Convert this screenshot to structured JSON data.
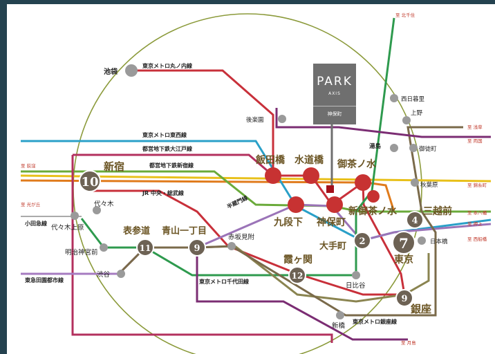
{
  "property": {
    "brand": "PARK",
    "series": "AXIS",
    "location": "神保町"
  },
  "lines": {
    "marunouchi": "東京メトロ丸ノ内線",
    "tozai": "東京メトロ東西線",
    "oedo": "都営地下鉄大江戸線",
    "shinjuku": "都営地下鉄新宿線",
    "chuo_sobu": "JR 中央・総武線",
    "hanzomon": "半蔵門線",
    "odakyu": "小田急線",
    "toyoko": "東急田園都市線",
    "chiyoda": "東京メトロ千代田線",
    "ginza": "東京メトロ銀座線"
  },
  "destinations": {
    "kita_senju": "至 北千住",
    "asakusa": "至 浅草",
    "ryogoku": "至 両国",
    "minowa": "至 錦糸町",
    "motoyawata": "至 本八幡",
    "oshiage": "至 押上",
    "nishifunabashi": "至 西船橋",
    "tsukishima": "至 月島",
    "ogikubo": "至 荻窪",
    "hikarigaoka": "至 光が丘"
  },
  "stations": {
    "ikebukuro": "池袋",
    "korakuen": "後楽園",
    "nishinippori": "西日暮里",
    "ueno": "上野",
    "yushima": "湯島",
    "okachimachi": "御徒町",
    "iidabashi": "飯田橋",
    "suidobashi": "水道橋",
    "ochanomizu": "御茶ノ水",
    "shinochanomizu": "新御茶ノ水",
    "akihabara": "秋葉原",
    "shinjuku": "新宿",
    "yoyogi": "代々木",
    "yoyogiuehara": "代々木上原",
    "meijijingumae": "明治神宮前",
    "shibuya": "渋谷",
    "omotesando": "表参道",
    "aoyama": "青山一丁目",
    "akasakamitsuke": "赤坂見附",
    "kudanshita": "九段下",
    "jimbocho": "神保町",
    "otemachi": "大手町",
    "mitsukoshimae": "三越前",
    "tokyo": "東京",
    "nihonbashi": "日本橋",
    "kasumigaseki": "霞ヶ関",
    "hibiya": "日比谷",
    "ginza": "銀座",
    "shimbashi": "新橋"
  },
  "minutes": {
    "shinjuku": "10",
    "omotesando": "11",
    "aoyama": "9",
    "kasumigaseki": "12",
    "otemachi": "2",
    "tokyo": "7",
    "mitsukoshimae": "4",
    "ginza": "9"
  },
  "colors": {
    "marunouchi": "#c8303a",
    "tozai": "#2aa0c8",
    "oedo": "#b3305e",
    "shinjuku_line": "#6aaa3a",
    "chuo": "#e07b1c",
    "sobu": "#e8c01a",
    "hanzomon": "#9b74b8",
    "chiyoda": "#2e9a4e",
    "ginza_line": "#e8991c",
    "hibiya_line": "#8e8a6f",
    "jr_yamanote": "#9aa640",
    "hibiya_grey": "#7a6a4a",
    "tx_purple": "#7b2d73",
    "badge": "#6d6254",
    "node_red": "#c73232",
    "node_grey": "#9a9a9a",
    "circle": "#8b9a3a",
    "frame_bg": "#24424f"
  }
}
